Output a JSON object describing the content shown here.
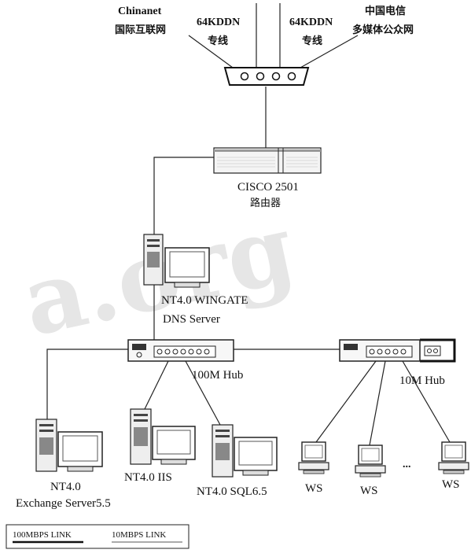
{
  "external": {
    "chinanet": {
      "line1": "Chinanet",
      "line2": "国际互联网"
    },
    "ddn_left": {
      "line1": "64KDDN",
      "line2": "专线"
    },
    "ddn_right": {
      "line1": "64KDDN",
      "line2": "专线"
    },
    "telecom": {
      "line1": "中国电信",
      "line2": "多媒体公众网"
    }
  },
  "router": {
    "line1": "CISCO 2501",
    "line2": "路由器"
  },
  "gateway": {
    "line1": "NT4.0 WINGATE",
    "line2": "DNS Server"
  },
  "hub_100": {
    "label": "100M Hub"
  },
  "hub_10": {
    "label": "10M Hub"
  },
  "servers": {
    "exchange": {
      "line1": "NT4.0",
      "line2": "Exchange Server5.5"
    },
    "iis": {
      "label": "NT4.0 IIS"
    },
    "sql": {
      "label": "NT4.0 SQL6.5"
    }
  },
  "workstations": {
    "ws1": "WS",
    "ws2": "WS",
    "ws3": "WS",
    "ellipsis": "..."
  },
  "legend": {
    "item_100": "100MBPS LINK",
    "item_10": "10MBPS LINK"
  },
  "watermark": "a.org"
}
